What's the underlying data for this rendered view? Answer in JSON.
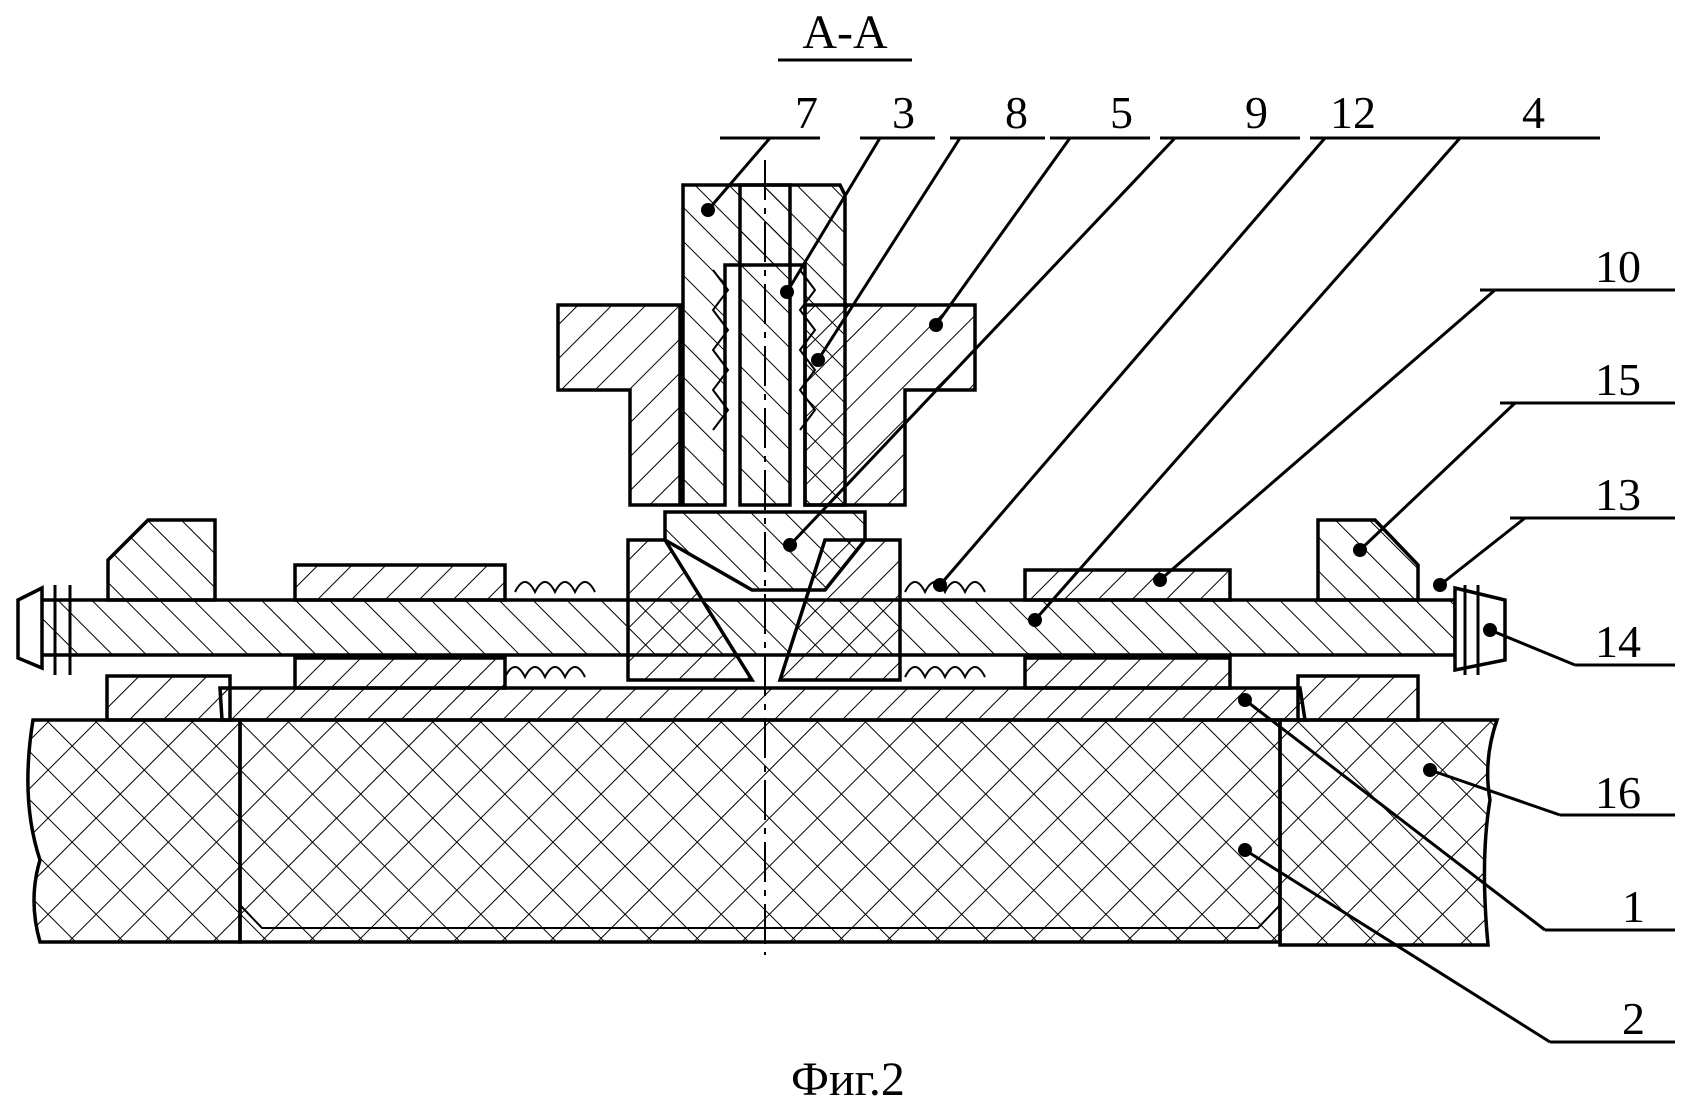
{
  "section_title": "A-A",
  "caption": "Фиг.2",
  "labels": {
    "p7": "7",
    "p3": "3",
    "p8": "8",
    "p5": "5",
    "p9": "9",
    "p12": "12",
    "p4": "4",
    "p10": "10",
    "p15": "15",
    "p13": "13",
    "p14": "14",
    "p16": "16",
    "p1": "1",
    "p2": "2"
  }
}
